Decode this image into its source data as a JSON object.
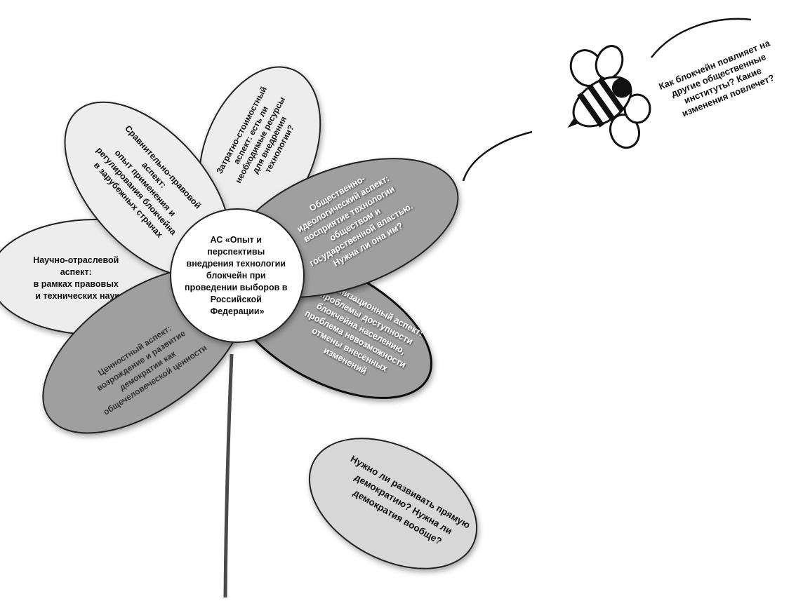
{
  "center": {
    "lines": [
      "АС «Опыт и",
      "перспективы",
      "внедрения технологии",
      "блокчейн при",
      "проведении выборов в",
      "Российской",
      "Федерации»"
    ]
  },
  "petals": {
    "science": [
      "Научно-отраслевой",
      "аспект:",
      "в рамках правовых",
      "и технических наук"
    ],
    "comparative": [
      "Сравнительно-правовой",
      "аспект:",
      "опыт применения и",
      "регулирования блокчейна",
      "в зарубежных странах"
    ],
    "cost": [
      "Затратно-стоимостный",
      "аспект: есть ли",
      "необходимые ресурсы",
      "для внедрения",
      "технологии?"
    ],
    "ideological": [
      "Общественно-",
      "идеологический аспект:",
      "восприятие технологии",
      "обществом и",
      "государственной властью.",
      "Нужна ли она им?"
    ],
    "organizational": [
      "Организационный аспект:",
      "проблемы доступности",
      "блокчейна населению,",
      "проблема невозможности",
      "отмены внесенных",
      "изменений"
    ],
    "value": [
      "Ценностный аспект:",
      "возрождение и развитие",
      "демократии как",
      "общечеловеческой ценности"
    ]
  },
  "bee_question": [
    "Как блокчейн повлияет на",
    "другие общественные",
    "институты? Какие",
    "изменения повлечет?"
  ],
  "bottom_question": [
    "Нужно ли развивать прямую",
    "демократию? Нужна ли",
    "демократия вообще?"
  ],
  "colors": {
    "light_petal": "#ededed",
    "dark_petal": "#9f9f9f",
    "outline": "#222222",
    "stem": "#4a4a4a"
  }
}
